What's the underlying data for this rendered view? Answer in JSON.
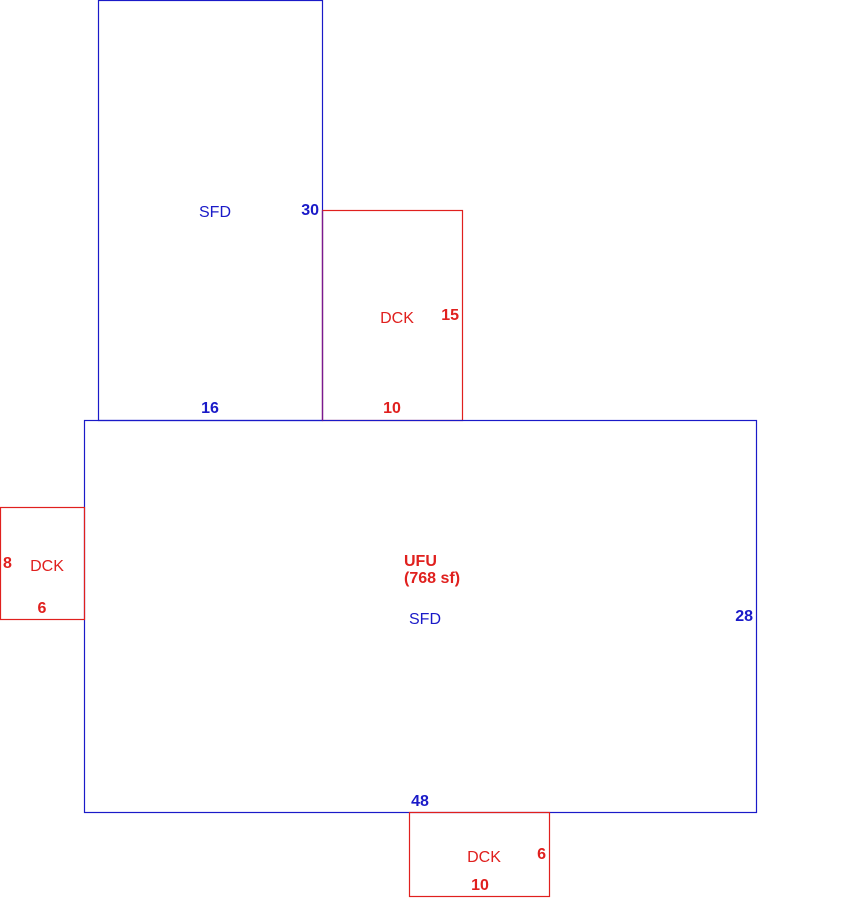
{
  "colors": {
    "structure": "#1a1ac8",
    "deck": "#e0201e",
    "background": "#ffffff"
  },
  "sections": {
    "sfd_upper": {
      "label": "SFD",
      "dims": {
        "side": "30",
        "bottom": "16"
      }
    },
    "deck_upper": {
      "label": "DCK",
      "dims": {
        "side": "15",
        "bottom": "10"
      }
    },
    "main": {
      "label": "SFD",
      "area_label": "UFU",
      "area_value": "(768 sf)",
      "dims": {
        "side": "28",
        "bottom": "48"
      }
    },
    "deck_left": {
      "label": "DCK",
      "dims": {
        "side": "8",
        "bottom": "6"
      }
    },
    "deck_bottom": {
      "label": "DCK",
      "dims": {
        "side": "6",
        "bottom": "10"
      }
    }
  }
}
